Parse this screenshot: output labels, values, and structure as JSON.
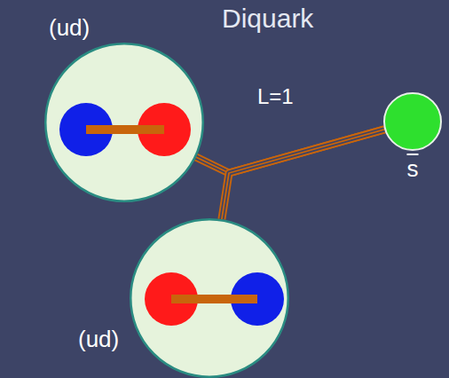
{
  "diagram": {
    "title": "Diquark",
    "nodes": [
      {
        "text": [
          "(ud)"
        ]
      },
      {
        "text": [
          "(ud)"
        ]
      },
      {
        "text": [
          "s"
        ]
      }
    ],
    "edges": [
      {
        "from": 0,
        "to": 2,
        "arrow": "none"
      },
      {
        "from": 1,
        "to": 2,
        "arrow": "none"
      }
    ],
    "labels": [
      "L=1"
    ]
  }
}
